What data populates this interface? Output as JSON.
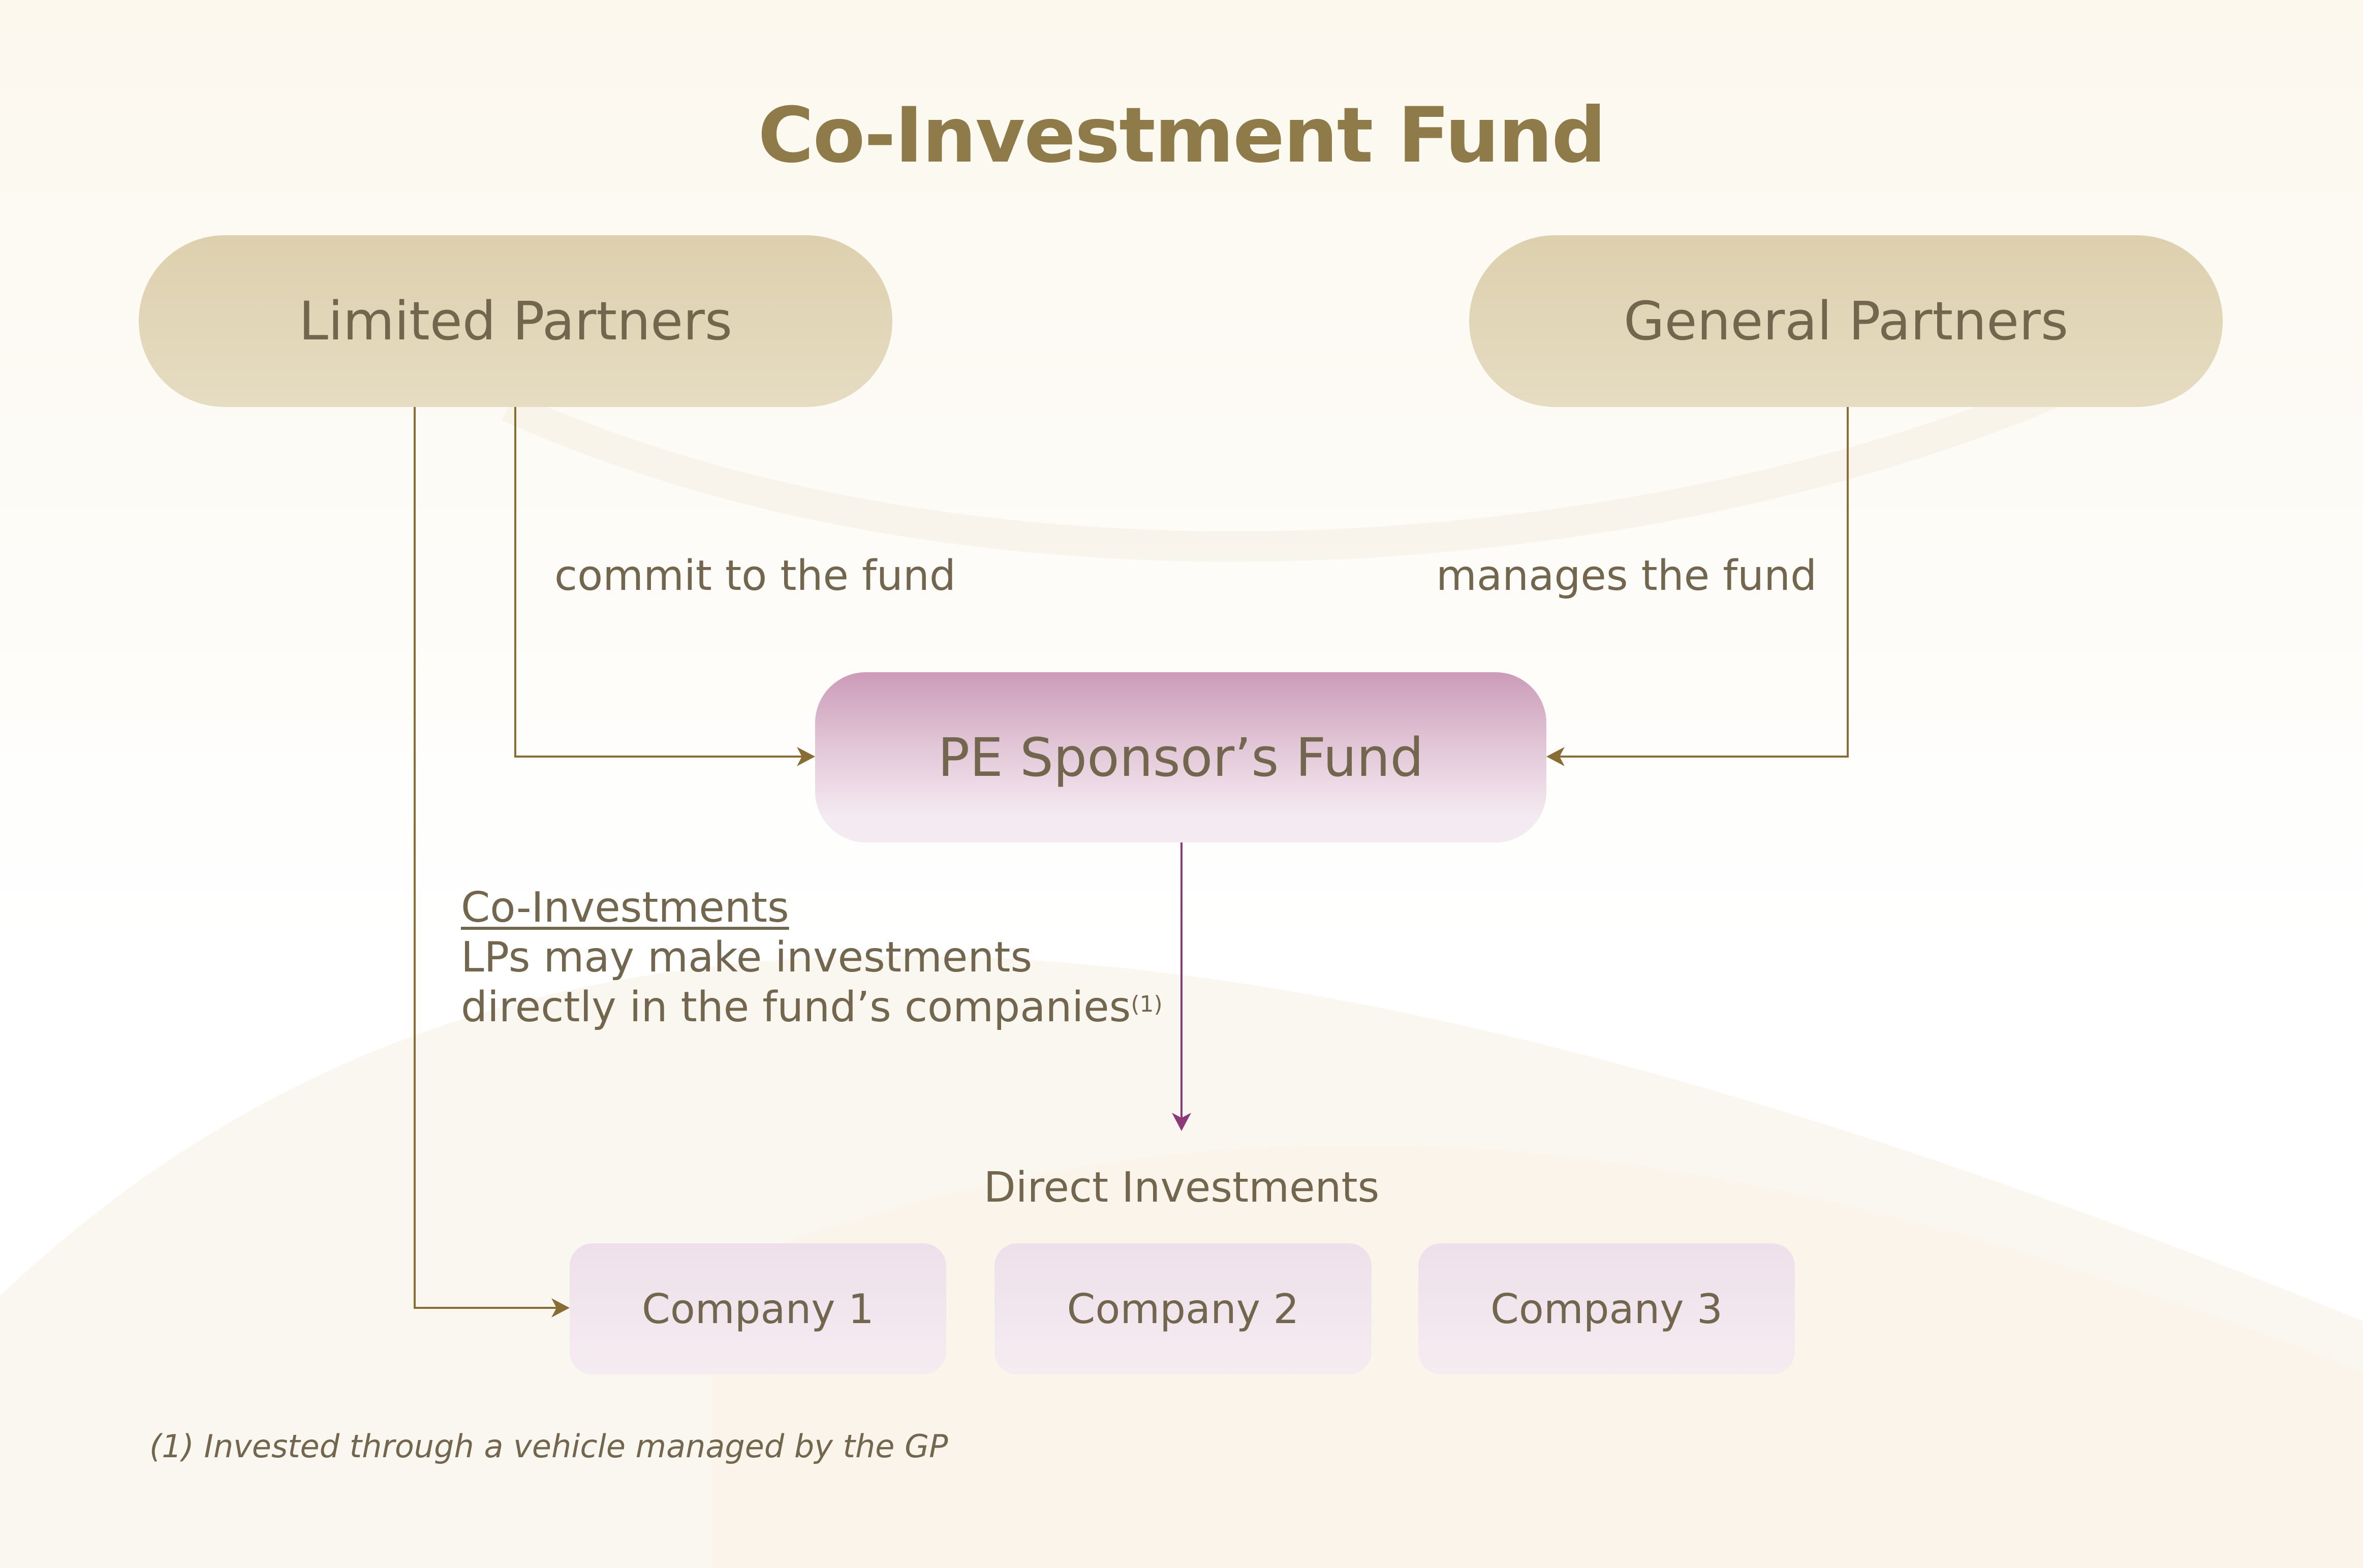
{
  "title": "Co-Investment Fund",
  "nodes": {
    "limited_partners": "Limited Partners",
    "general_partners": "General Partners",
    "pe_fund": "PE Sponsor’s Fund",
    "companies": [
      "Company 1",
      "Company 2",
      "Company 3"
    ]
  },
  "labels": {
    "commit": "commit to the fund",
    "manages": "manages the fund",
    "direct": "Direct Investments"
  },
  "co_investments": {
    "heading": "Co-Investments",
    "line1": "LPs may make investments",
    "line2": "directly in the fund’s companies",
    "footnote_ref": "(1)"
  },
  "footnote": "(1) Invested through a vehicle managed by the GP",
  "colors": {
    "title": "#8f7a4a",
    "text": "#72664e",
    "arrow_brown": "#8a6d35",
    "arrow_purple": "#8e3a78"
  }
}
